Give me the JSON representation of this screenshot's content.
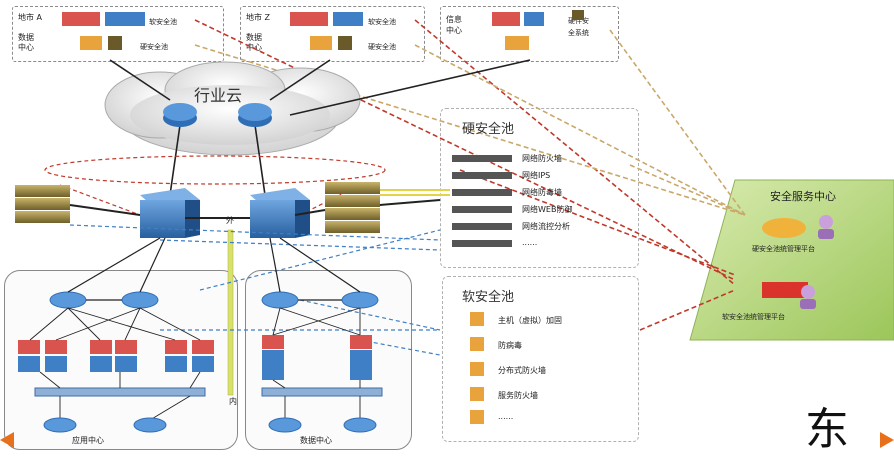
{
  "top_centers": [
    {
      "line1": "地市 A",
      "line2": "数据",
      "line3": "中心",
      "device": "软安全池",
      "device2": "硬安全池"
    },
    {
      "line1": "地市 Z",
      "line2": "数据",
      "line3": "中心",
      "device": "软安全池",
      "device2": "硬安全池"
    },
    {
      "line1": "信息",
      "line2": "中心",
      "device": "硬件安",
      "device_line2": "全系统"
    }
  ],
  "cloud_label": "行业云",
  "hard_pool": {
    "title": "硬安全池",
    "items": [
      "网络防火墙",
      "网络IPS",
      "网络防毒墙",
      "网络WEB防御",
      "网络流控分析",
      "......"
    ]
  },
  "soft_pool": {
    "title": "软安全池",
    "items": [
      "主机（虚拟）加固",
      "防病毒",
      "分布式防火墙",
      "服务防火墙",
      "......"
    ]
  },
  "security_center": {
    "title": "安全服务中心",
    "platform1": "硬安全池统管理平台",
    "platform2": "软安全池统管理平台"
  },
  "link_labels": {
    "outer": "外",
    "inner": "内"
  },
  "bottom_zones": {
    "app": "应用中心",
    "data": "数据中心"
  },
  "big_char": "东",
  "colors": {
    "green_panel": "#b7d77a",
    "blue_switch": "#3e7fc6",
    "red_dash": "#c0392b",
    "tan_dash": "#c9a86a",
    "yellow_link": "#d8e26a",
    "orange_nav": "#e8701a"
  }
}
